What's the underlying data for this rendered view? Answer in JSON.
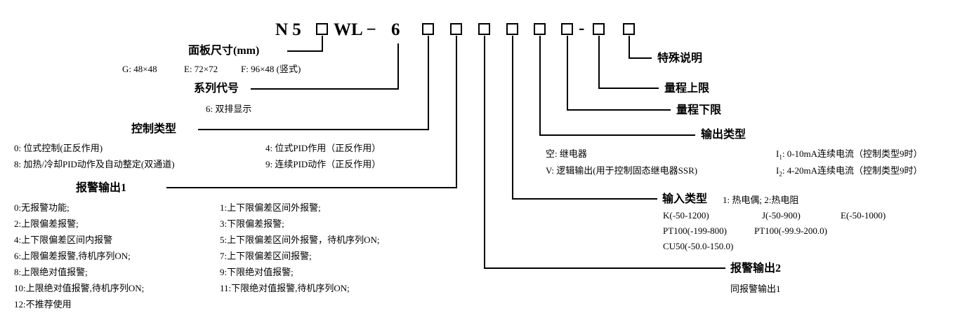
{
  "code": {
    "prefix": "N 5",
    "mid": "WL −",
    "six": "6",
    "dash": "-"
  },
  "sections": {
    "panel": {
      "title": "面板尺寸(mm)",
      "items": [
        "G: 48×48",
        "E: 72×72",
        "F: 96×48 (竖式)"
      ]
    },
    "series": {
      "title": "系列代号",
      "items": [
        "6: 双排显示"
      ]
    },
    "control": {
      "title": "控制类型",
      "items": [
        "0: 位式控制(正反作用)",
        "4: 位式PID作用（正反作用）",
        "8: 加热/冷却PID动作及自动整定(双通道)",
        "9: 连续PID动作（正反作用）"
      ]
    },
    "alarm1": {
      "title": "报警输出1",
      "items": [
        "0:无报警功能;",
        "1:上下限偏差区间外报警;",
        "2:上限偏差报警;",
        "3:下限偏差报警;",
        "4:上下限偏差区间内报警",
        "5:上下限偏差区间外报警，待机序列ON;",
        "6:上限偏差报警,待机序列ON;",
        "7:上下限偏差区间报警;",
        "8:上限绝对值报警;",
        "9:下限绝对值报警;",
        "10:上限绝对值报警,待机序列ON;",
        "11:下限绝对值报警,待机序列ON;",
        "12:不推荐使用"
      ]
    },
    "special": {
      "title": "特殊说明"
    },
    "range_upper": {
      "title": "量程上限"
    },
    "range_lower": {
      "title": "量程下限"
    },
    "output": {
      "title": "输出类型",
      "items": [
        "空: 继电器",
        "V: 逻辑输出(用于控制固态继电器SSR)"
      ],
      "i1_sym": "I",
      "i1_sub": "1",
      "i1_text": ": 0-10mA连续电流（控制类型9时）",
      "i2_sym": "I",
      "i2_sub": "2",
      "i2_text": ": 4-20mA连续电流（控制类型9时）"
    },
    "input": {
      "title": "输入类型",
      "note": "1: 热电偶; 2:热电阻",
      "items": [
        "K(-50-1200)",
        "J(-50-900)",
        "E(-50-1000)",
        "PT100(-199-800)",
        "PT100(-99.9-200.0)",
        "CU50(-50.0-150.0)"
      ]
    },
    "alarm2": {
      "title": "报警输出2",
      "items": [
        "同报警输出1"
      ]
    }
  }
}
